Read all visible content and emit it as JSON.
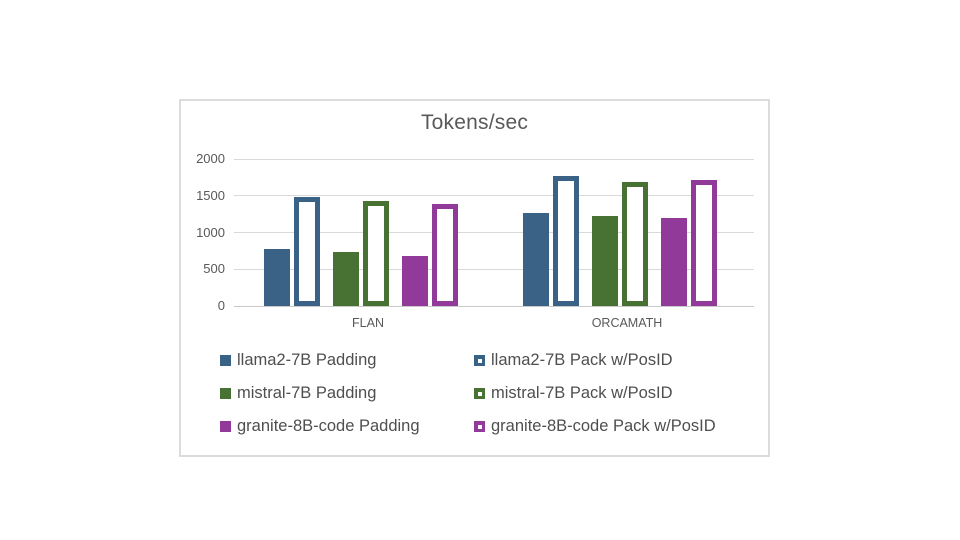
{
  "chart_data": {
    "type": "bar",
    "title": "Tokens/sec",
    "categories": [
      "FLAN",
      "ORCAMATH"
    ],
    "series": [
      {
        "name": "llama2-7B Padding",
        "color": "#3a6286",
        "pattern": "solid",
        "values": [
          770,
          1270
        ]
      },
      {
        "name": "llama2-7B Pack w/PosID",
        "color": "#3a6286",
        "pattern": "outline",
        "values": [
          1480,
          1775
        ]
      },
      {
        "name": "mistral-7B Padding",
        "color": "#477233",
        "pattern": "solid",
        "values": [
          730,
          1220
        ]
      },
      {
        "name": "mistral-7B Pack w/PosID",
        "color": "#477233",
        "pattern": "outline",
        "values": [
          1430,
          1690
        ]
      },
      {
        "name": "granite-8B-code Padding",
        "color": "#913a99",
        "pattern": "solid",
        "values": [
          685,
          1195
        ]
      },
      {
        "name": "granite-8B-code Pack w/PosID",
        "color": "#913a99",
        "pattern": "outline",
        "values": [
          1390,
          1715
        ]
      }
    ],
    "ylim": [
      0,
      2000
    ],
    "yticks": [
      0,
      500,
      1000,
      1500,
      2000
    ],
    "grid": true,
    "legend_position": "bottom",
    "legend_columns": 2
  },
  "colors": {
    "title_text": "#595959",
    "axis_text": "#595959",
    "legend_text": "#4f4f4f",
    "gridline": "#d9d9d9",
    "card_border": "#dcdcdc",
    "background": "#ffffff"
  }
}
